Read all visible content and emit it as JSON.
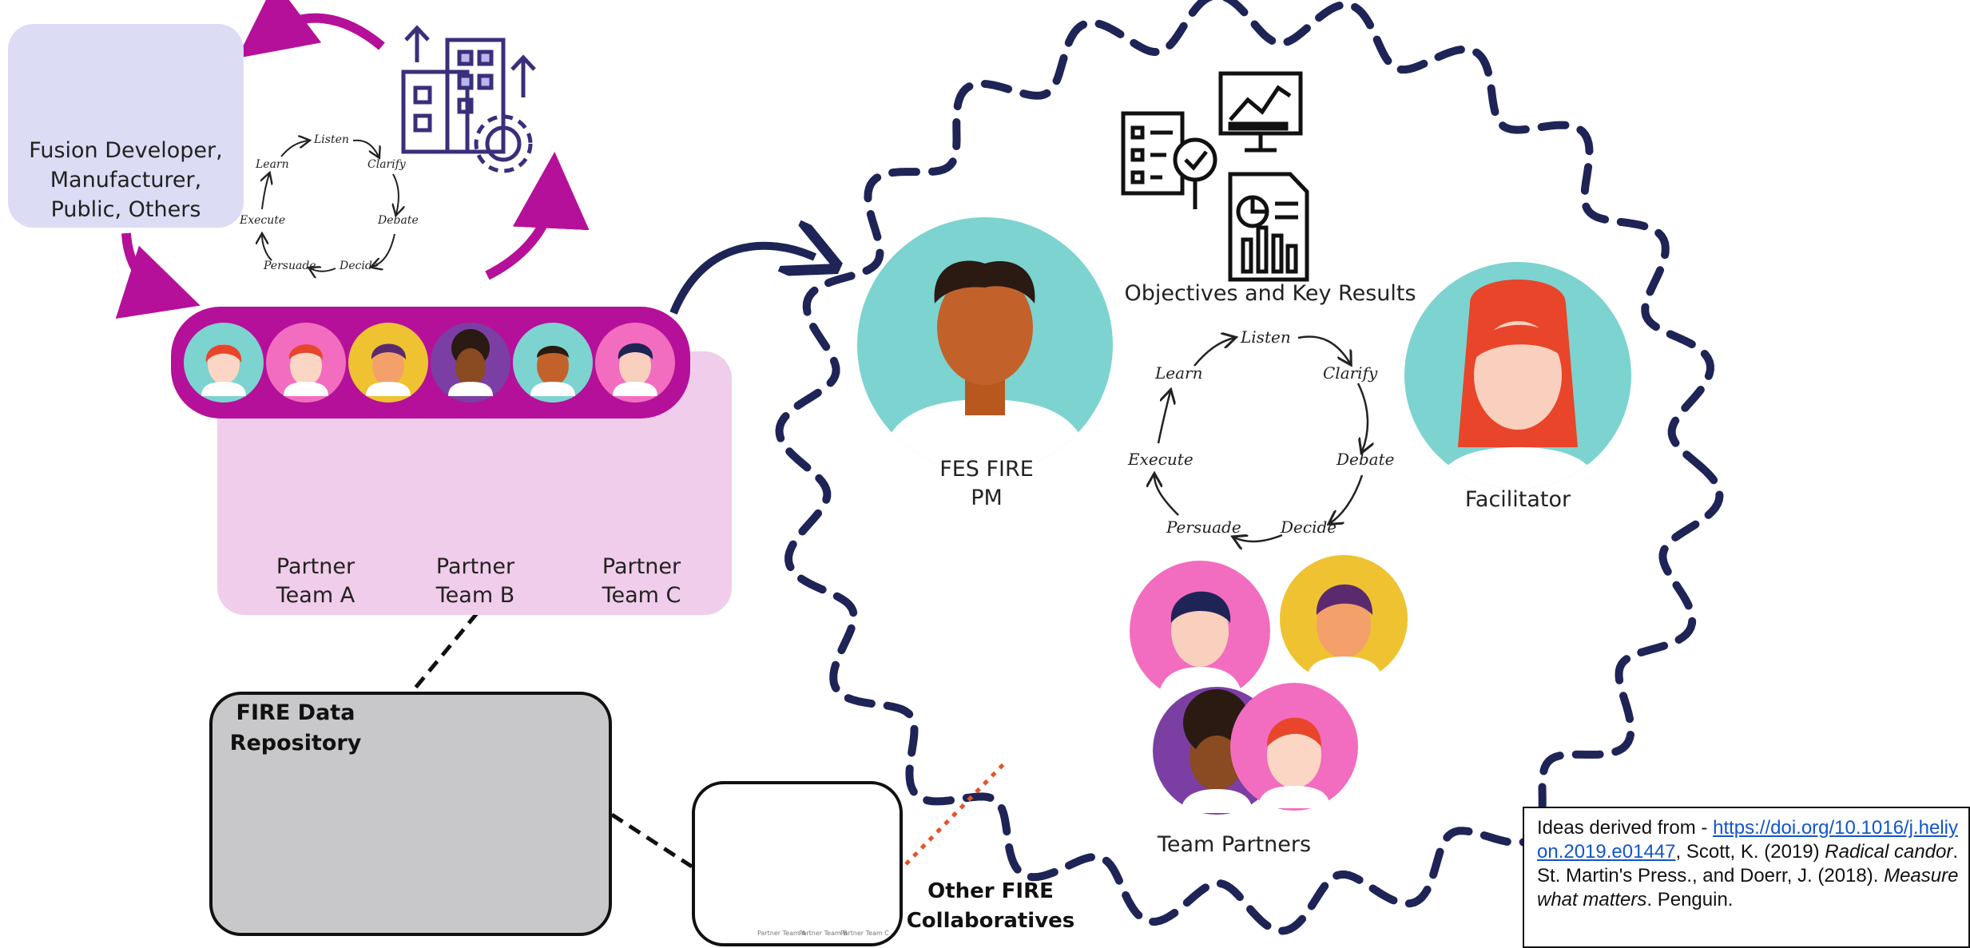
{
  "stakeholders": {
    "label_lines": [
      "Fusion Developer,",
      "Manufacturer,",
      "Public, Others"
    ]
  },
  "cycle_steps": [
    "Listen",
    "Clarify",
    "Debate",
    "Decide",
    "Persuade",
    "Execute",
    "Learn"
  ],
  "partner_teams": [
    {
      "line1": "Partner",
      "line2": "Team A"
    },
    {
      "line1": "Partner",
      "line2": "Team B"
    },
    {
      "line1": "Partner",
      "line2": "Team C"
    }
  ],
  "repository": {
    "title_lines": [
      "FIRE Data",
      "Repository"
    ]
  },
  "collaboratives": {
    "title_lines": [
      "Other FIRE",
      "Collaboratives"
    ],
    "mini_labels": [
      "Partner Team A",
      "Partner Team B",
      "Partner Team C"
    ]
  },
  "okr": {
    "label": "Objectives and Key Results"
  },
  "pm": {
    "label_lines": [
      "FES FIRE",
      "PM"
    ]
  },
  "facilitator": {
    "label": "Facilitator"
  },
  "team_partners": {
    "label": "Team Partners"
  },
  "citation": {
    "prefix": "Ideas derived from - ",
    "link": "https://doi.org/10.1016/j.heliyon.2019.e01447",
    "mid": ", Scott, K. (2019) ",
    "book1": "Radical candor",
    "mid2": ". St. Martin's Press., and Doerr, J. (2018). ",
    "book2": "Measure what matters",
    "suffix": ". Penguin."
  },
  "colors": {
    "magenta": "#b5109a",
    "navy": "#1f2457",
    "stakeholder_bg": "#dcdcf5",
    "teams_bg": "#f0cdea",
    "teal": "#7dd3cf",
    "pink": "#f26dbf",
    "yellow": "#efc231",
    "purple": "#7b3fa4",
    "repo_bg": "#c8c8ca",
    "link_blue": "#1155cc"
  }
}
